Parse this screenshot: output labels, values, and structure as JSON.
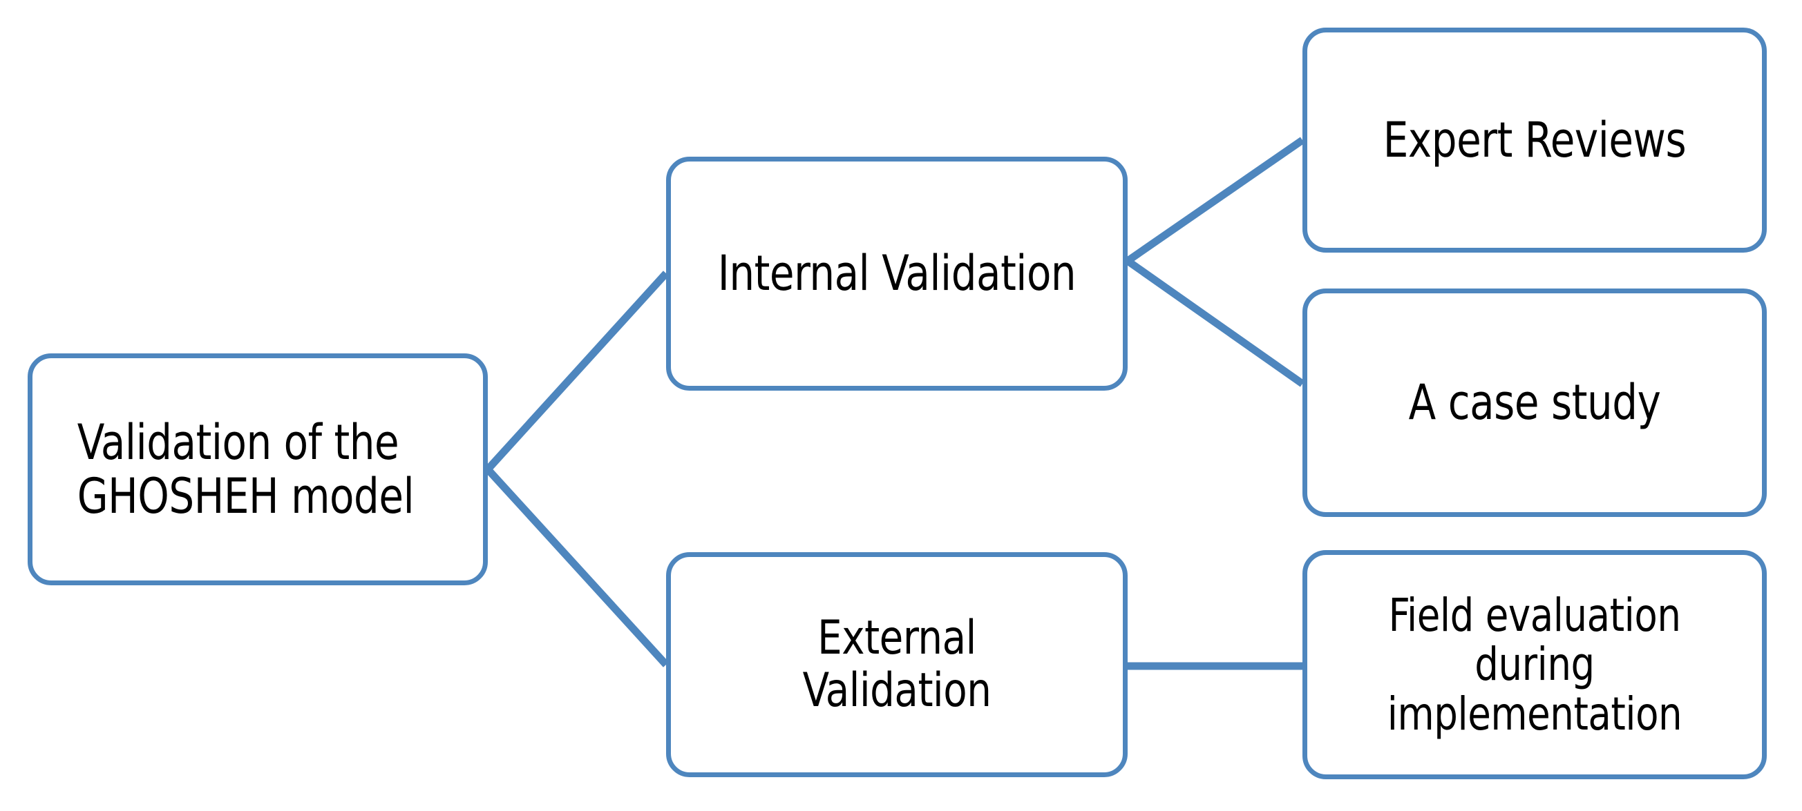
{
  "diagram": {
    "title": "Validation of the GHOSHEH model",
    "type": "hierarchy-tree",
    "accent_color": "#4E86BE",
    "background_color": "#FFFFFF",
    "text_color": "#000000",
    "nodes": {
      "root": {
        "label": "Validation of the\nGHOSHEH model",
        "level": 0
      },
      "internal": {
        "label": "Internal Validation",
        "level": 1
      },
      "external": {
        "label": "External\nValidation",
        "level": 1
      },
      "expert": {
        "label": "Expert Reviews",
        "level": 2
      },
      "case": {
        "label": "A case study",
        "level": 2
      },
      "field": {
        "label": "Field evaluation\nduring\nimplementation",
        "level": 2
      }
    },
    "edges": [
      {
        "from": "root",
        "to": "internal"
      },
      {
        "from": "root",
        "to": "external"
      },
      {
        "from": "internal",
        "to": "expert"
      },
      {
        "from": "internal",
        "to": "case"
      },
      {
        "from": "external",
        "to": "field"
      }
    ]
  }
}
